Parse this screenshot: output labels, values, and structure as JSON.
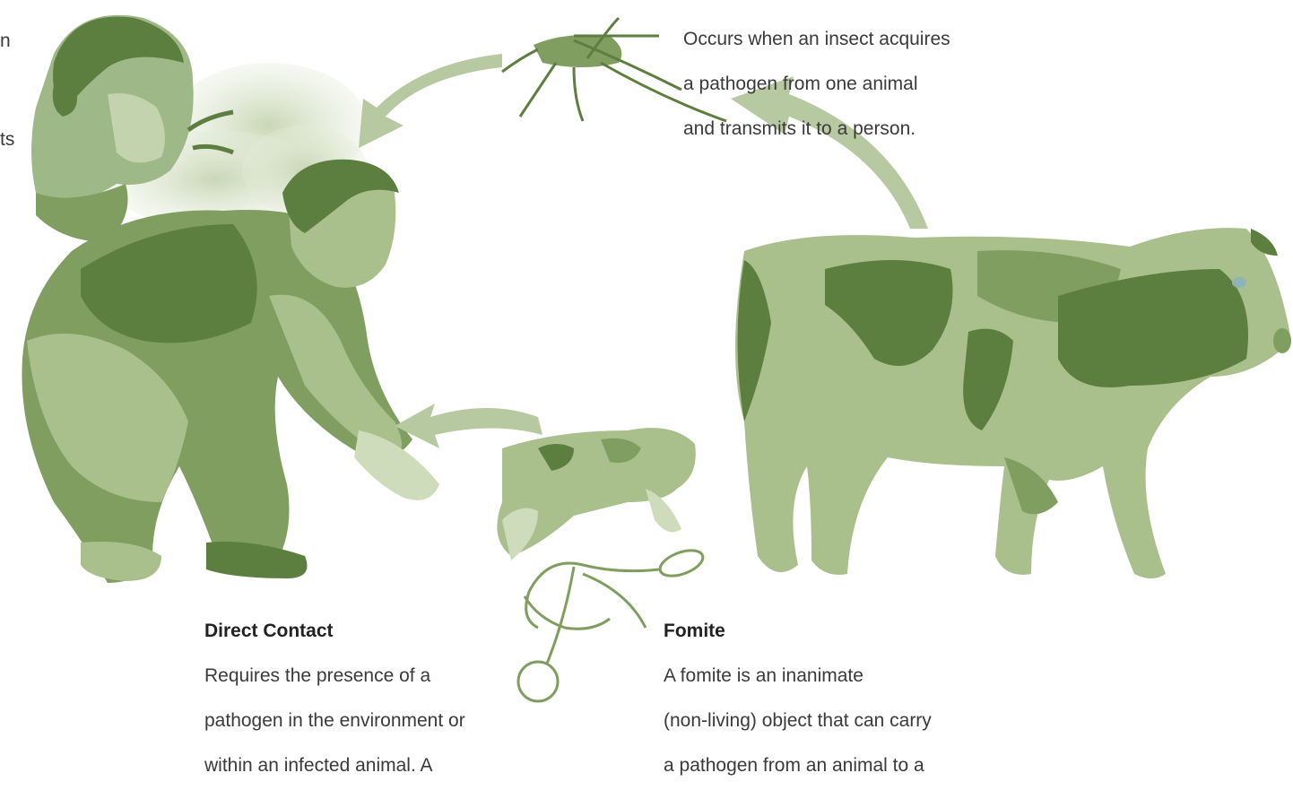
{
  "vector_text": {
    "lines": [
      "Occurs when an insect acquires",
      "a pathogen from one animal",
      "and transmits it to a person."
    ]
  },
  "direct_contact": {
    "heading": "Direct Contact",
    "lines": [
      "Requires the presence of a",
      "pathogen in the environment or",
      "within an infected animal. A"
    ]
  },
  "fomite": {
    "heading": "Fomite",
    "lines": [
      "A fomite is an inanimate",
      "(non-living) object that can carry",
      "a pathogen from an animal to a"
    ]
  },
  "left_fragments": [
    "n",
    "ts"
  ],
  "colors": {
    "dark_green": "#5c7f3f",
    "mid_green": "#7f9e60",
    "light_green": "#a9bf8c",
    "pale_green": "#cfdcbc",
    "arrow_fill": "#b7c9a0"
  }
}
